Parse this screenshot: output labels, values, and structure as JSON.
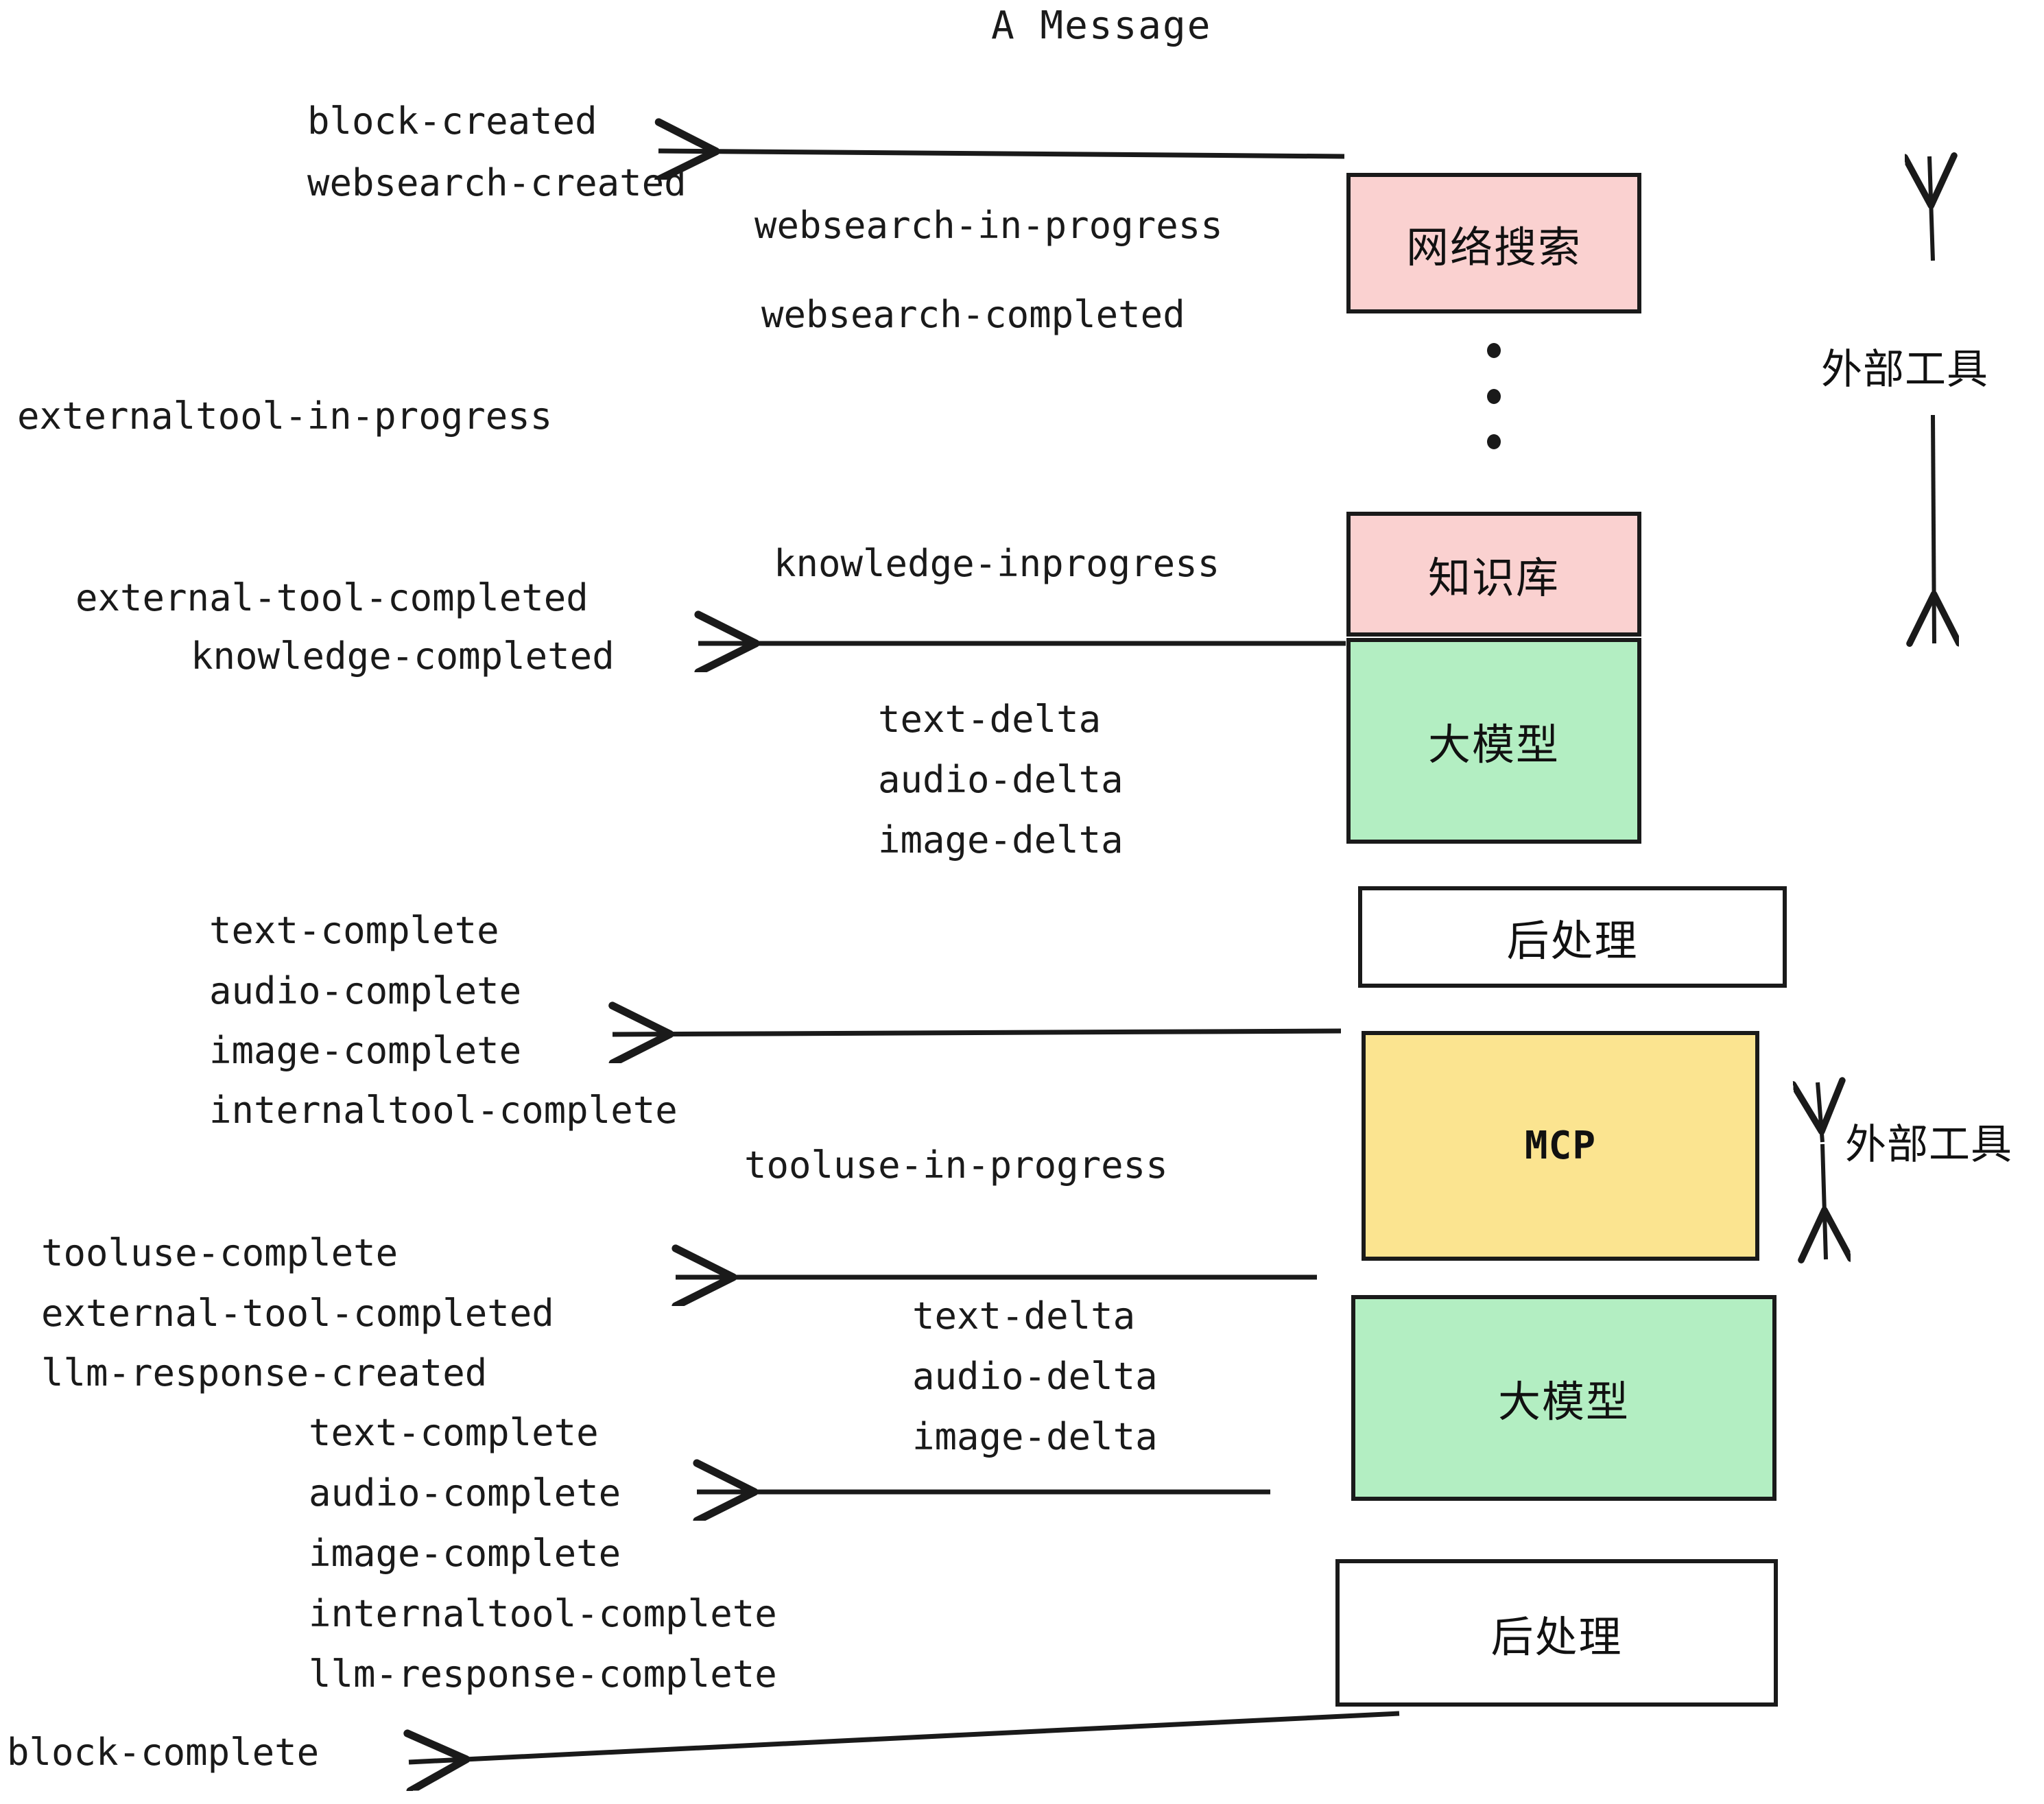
{
  "title": "A Message",
  "colors": {
    "pink": "#fad1d0",
    "green": "#b3eec2",
    "yellow": "#fbe490",
    "white": "#ffffff",
    "stroke": "#1a1a1a"
  },
  "boxes": [
    {
      "label": "网络搜索",
      "fill": "pink"
    },
    {
      "label": "知识库",
      "fill": "pink"
    },
    {
      "label": "大模型",
      "fill": "green"
    },
    {
      "label": "后处理",
      "fill": "white"
    },
    {
      "label": "MCP",
      "fill": "yellow"
    },
    {
      "label": "大模型",
      "fill": "green"
    },
    {
      "label": "后处理",
      "fill": "white"
    }
  ],
  "side_labels": [
    {
      "text": "外部工具"
    },
    {
      "text": "外部工具"
    }
  ],
  "events": {
    "group1": [
      "block-created",
      "websearch-created"
    ],
    "group2": [
      "websearch-in-progress",
      "websearch-completed"
    ],
    "group3": [
      "externaltool-in-progress"
    ],
    "group4": [
      "knowledge-inprogress"
    ],
    "group5": [
      "external-tool-completed",
      "knowledge-completed"
    ],
    "group6": [
      "text-delta",
      "audio-delta",
      "image-delta"
    ],
    "group7": [
      "text-complete",
      "audio-complete",
      "image-complete",
      "internaltool-complete"
    ],
    "group8": [
      "tooluse-in-progress"
    ],
    "group9": [
      "tooluse-complete",
      "external-tool-completed",
      "llm-response-created"
    ],
    "group10": [
      "text-delta",
      "audio-delta",
      "image-delta"
    ],
    "group11": [
      "text-complete",
      "audio-complete",
      "image-complete",
      "internaltool-complete",
      "llm-response-complete"
    ],
    "group12": [
      "block-complete"
    ]
  }
}
